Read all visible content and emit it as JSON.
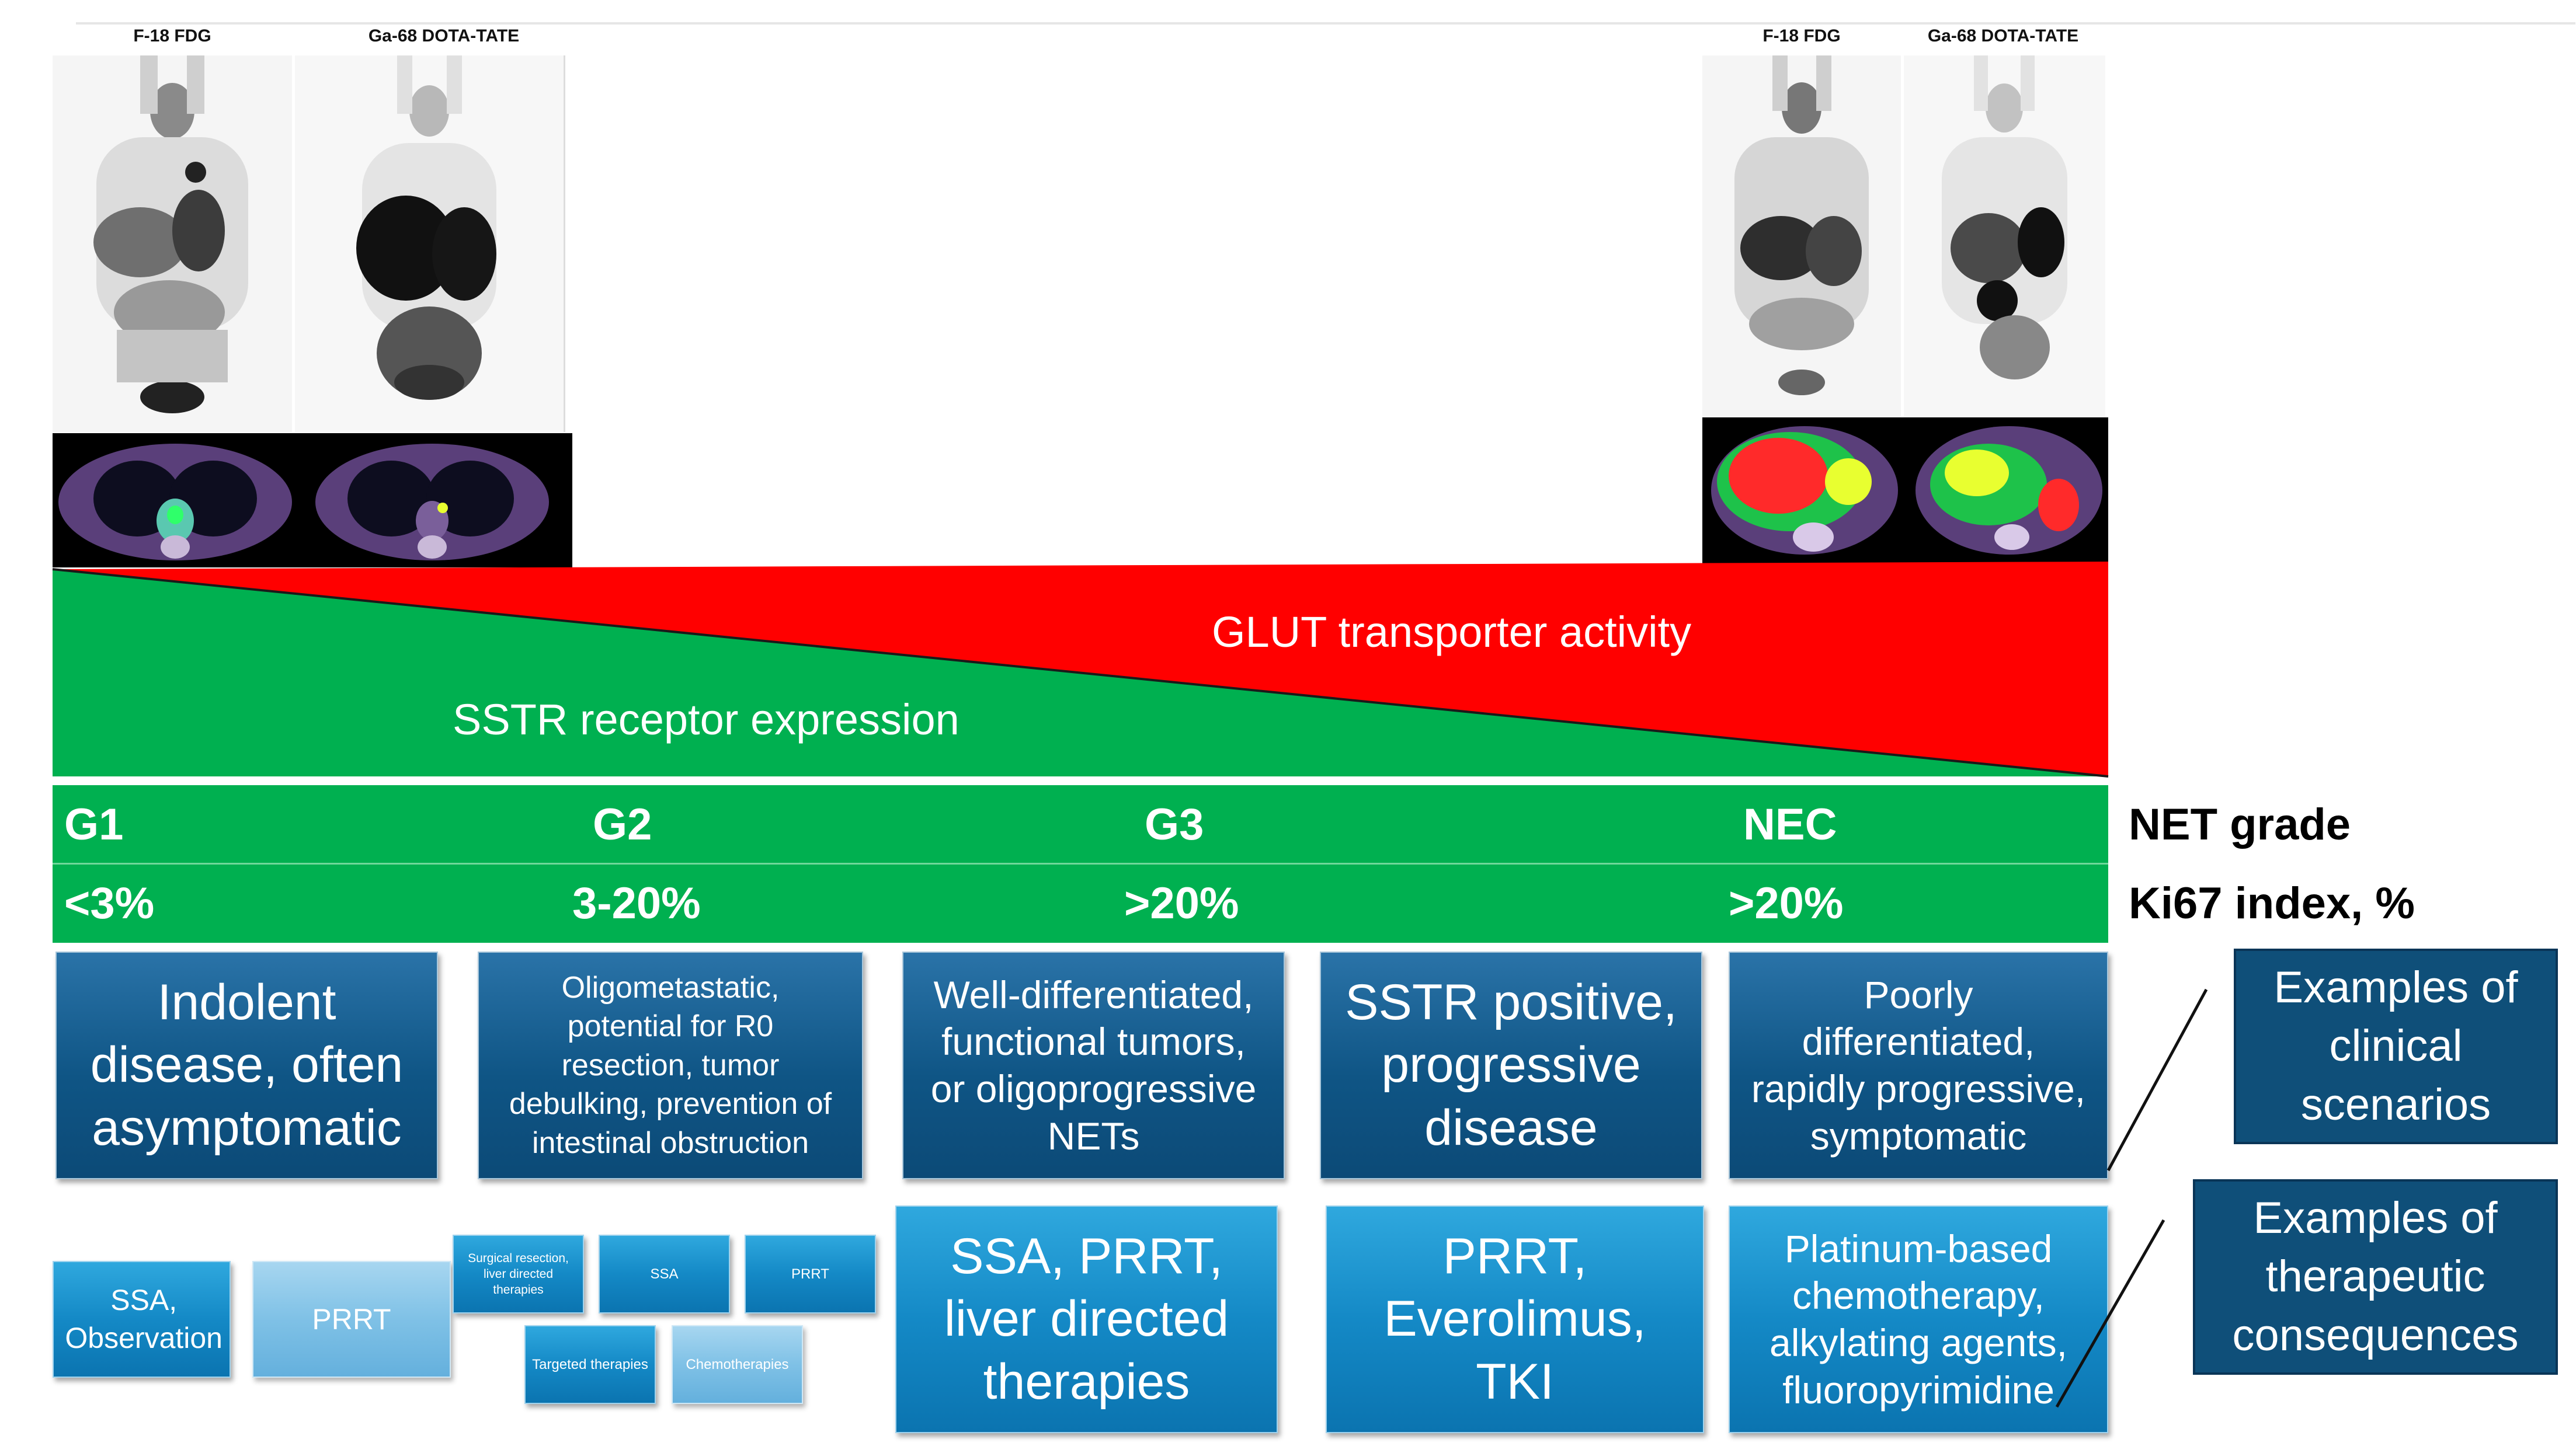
{
  "scans": {
    "left": {
      "fdg_label": "F-18 FDG",
      "dota_label": "Ga-68 DOTA-TATE"
    },
    "right": {
      "fdg_label": "F-18 FDG",
      "dota_label": "Ga-68 DOTA-TATE"
    }
  },
  "gradient": {
    "glut_label": "GLUT transporter activity",
    "sstr_label": "SSTR receptor expression",
    "glut_color": "#ff0000",
    "sstr_color": "#00b050"
  },
  "grades": {
    "items": [
      {
        "grade": "G1",
        "ki67": "<3%"
      },
      {
        "grade": "G2",
        "ki67": "3-20%"
      },
      {
        "grade": "G3",
        "ki67": ">20%"
      },
      {
        "grade": "NEC",
        "ki67": ">20%"
      }
    ],
    "grade_row_label": "NET grade",
    "ki67_row_label": "Ki67 index, %",
    "band_color": "#00b050"
  },
  "clinical": [
    "Indolent\ndisease, often\nasymptomatic",
    "Oligometastatic,\npotential for R0\nresection, tumor\ndebulking, prevention of\nintestinal obstruction",
    "Well-differentiated,\nfunctional tumors,\nor oligoprogressive\nNETs",
    "SSTR positive,\nprogressive\ndisease",
    "Poorly\ndifferentiated,\nrapidly progressive,\nsymptomatic"
  ],
  "therapies": {
    "g1": [
      "SSA,\nObservation",
      "PRRT"
    ],
    "g2": [
      "Surgical resection,\nliver directed\ntherapies",
      "SSA",
      "PRRT",
      "Targeted therapies",
      "Chemotherapies"
    ],
    "g3": "SSA, PRRT,\nliver directed\ntherapies",
    "sstr": "PRRT,\nEverolimus,\nTKI",
    "nec": "Platinum-based\nchemotherapy,\nalkylating agents,\nfluoropyrimidine"
  },
  "legend": {
    "clinical": "Examples of\nclinical\nscenarios",
    "therapeutic": "Examples of\ntherapeutic\nconsequences"
  }
}
